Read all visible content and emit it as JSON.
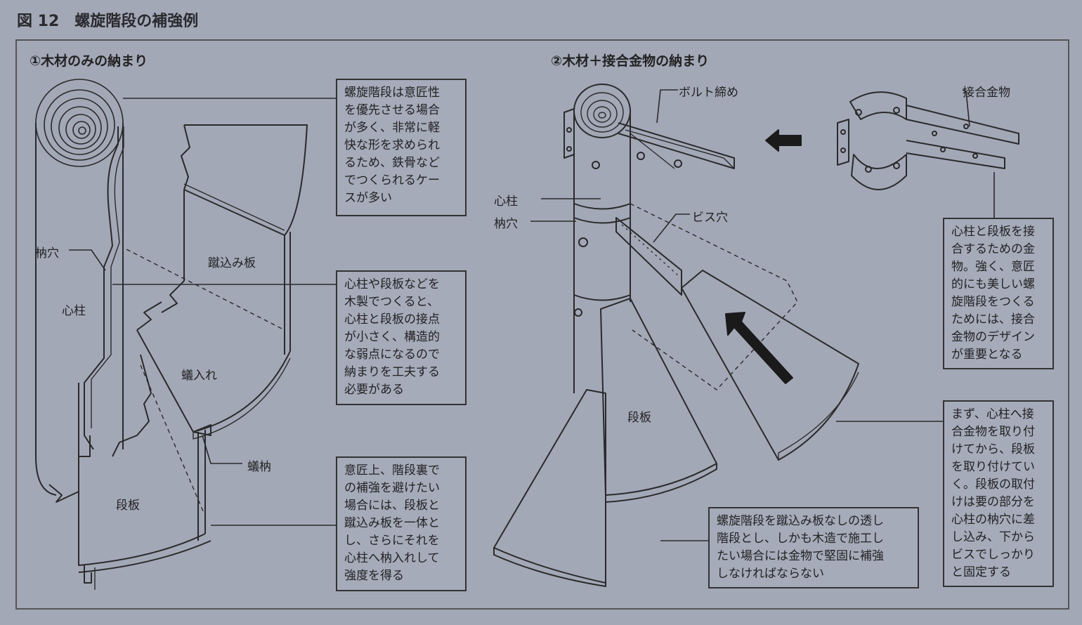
{
  "figure": {
    "title": "図 12　螺旋階段の補強例"
  },
  "left": {
    "subtitle": "①木材のみの納まり",
    "labels": {
      "hozoana": "枘穴",
      "shinbashira": "心柱",
      "kerikomi": "蹴込み板",
      "ariire": "蟻入れ",
      "arihozo": "蟻枘",
      "danita": "段板"
    },
    "notes": [
      "螺旋階段は意匠性\nを優先させる場合\nが多く、非常に軽\n快な形を求められ\nるため、鉄骨など\nでつくられるケー\nスが多い",
      "心柱や段板などを\n木製でつくると、\n心柱と段板の接点\nが小さく、構造的\nな弱点になるので\n納まりを工夫する\n必要がある",
      "意匠上、階段裏で\nの補強を避けたい\n場合には、段板と\n蹴込み板を一体と\nし、さらにそれを\n心柱へ枘入れして\n強度を得る"
    ]
  },
  "right": {
    "subtitle": "②木材＋接合金物の納まり",
    "labels": {
      "bolt": "ボルト締め",
      "kanamono": "接合金物",
      "shinbashira": "心柱",
      "hozoana": "枘穴",
      "bisuana": "ビス穴",
      "danita": "段板"
    },
    "notes": [
      "心柱と段板を接\n合するための金\n物。強く、意匠\n的にも美しい螺\n旋階段をつくる\nためには、接合\n金物のデザイン\nが重要となる",
      "まず、心柱へ接\n合金物を取り付\nけてから、段板\nを取り付けてい\nく。段板の取付\nけは要の部分を\n心柱の枘穴に差\nし込み、下から\nビスでしっかり\nと固定する",
      "螺旋階段を蹴込み板なしの透し\n階段とし、しかも木造で施工し\nたい場合には金物で堅固に補強\nしなければならない"
    ]
  },
  "colors": {
    "background": "#a3a8b7",
    "line": "#2a2a2a",
    "arrow": "#1a1a1a"
  }
}
